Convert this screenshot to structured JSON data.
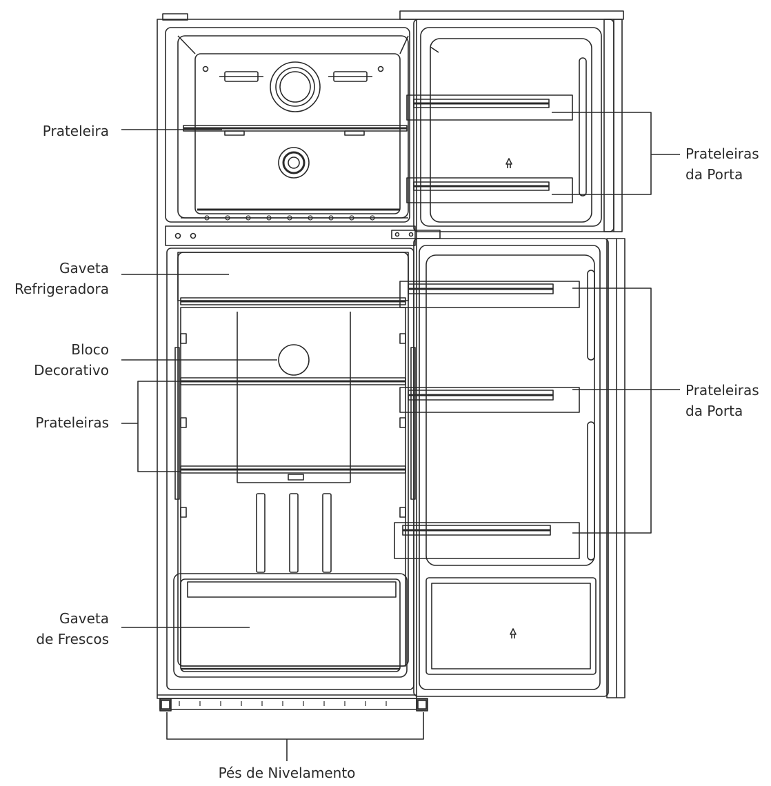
{
  "labels": {
    "prateleira": "Prateleira",
    "prateleiras_porta_top": {
      "line1": "Prateleiras",
      "line2": "da Porta"
    },
    "gaveta_refrigeradora": {
      "line1": "Gaveta",
      "line2": "Refrigeradora"
    },
    "bloco_decorativo": {
      "line1": "Bloco",
      "line2": "Decorativo"
    },
    "prateleiras": "Prateleiras",
    "prateleiras_porta_bottom": {
      "line1": "Prateleiras",
      "line2": "da Porta"
    },
    "gaveta_frescos": {
      "line1": "Gaveta",
      "line2": "de Frescos"
    },
    "pes_nivelamento": "Pés de Nivelamento"
  },
  "colors": {
    "line": "#2a2a2a",
    "text": "#2a2a2a",
    "background": "#ffffff"
  }
}
